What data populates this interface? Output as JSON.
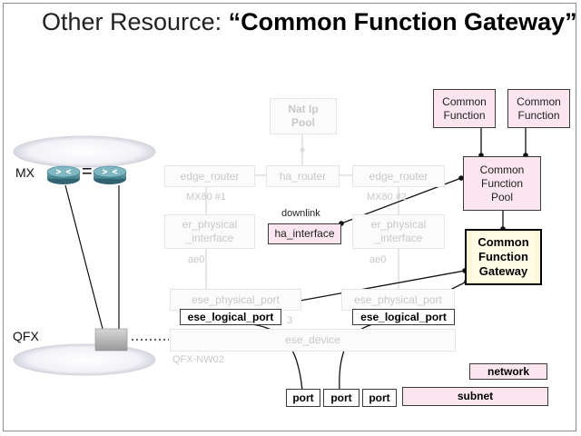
{
  "title": {
    "prefix": "Other Resource: ",
    "bold": "“Common Function Gateway”"
  },
  "labels": {
    "mx": "MX",
    "qfx": "QFX",
    "equals": "="
  },
  "boxes": {
    "nat_ip_pool": "Nat Ip\nPool",
    "edge_router_1": "edge_router",
    "ha_router": "ha_router",
    "edge_router_2": "edge_router",
    "er_physical_interface_1": "er_physical\n_interface",
    "ha_interface": "ha_interface",
    "er_physical_interface_2": "er_physical\n_interface",
    "ese_physical_port_1": "ese_physical_port",
    "ese_physical_port_2": "ese_physical_port",
    "ese_device": "ese_device",
    "ese_logical_port_1": "ese_logical_port",
    "ese_logical_port_2": "ese_logical_port",
    "common_function_1": "Common\nFunction",
    "common_function_2": "Common\nFunction",
    "common_function_pool": "Common\nFunction\nPool",
    "common_function_gateway": "Common\nFunction\nGateway",
    "port_1": "port",
    "port_2": "port",
    "port_3": "port",
    "network": "network",
    "subnet": "subnet"
  },
  "captions": {
    "mx80_1": "MX80 #1",
    "mx80_2": "MX80 #2",
    "ae0_1": "ae0",
    "ae0_2": "ae0",
    "downlink": "downlink",
    "qfx_nw02": "QFX-NW02",
    "v3": "3"
  },
  "colors": {
    "pink_fill": "#fbe6ef",
    "gateway_fill": "#fbf7d7",
    "faded_text": "#c8c8c8",
    "router_teal": "#4f8c99"
  },
  "icons": [
    "router-icon",
    "router-icon",
    "switch-icon"
  ]
}
